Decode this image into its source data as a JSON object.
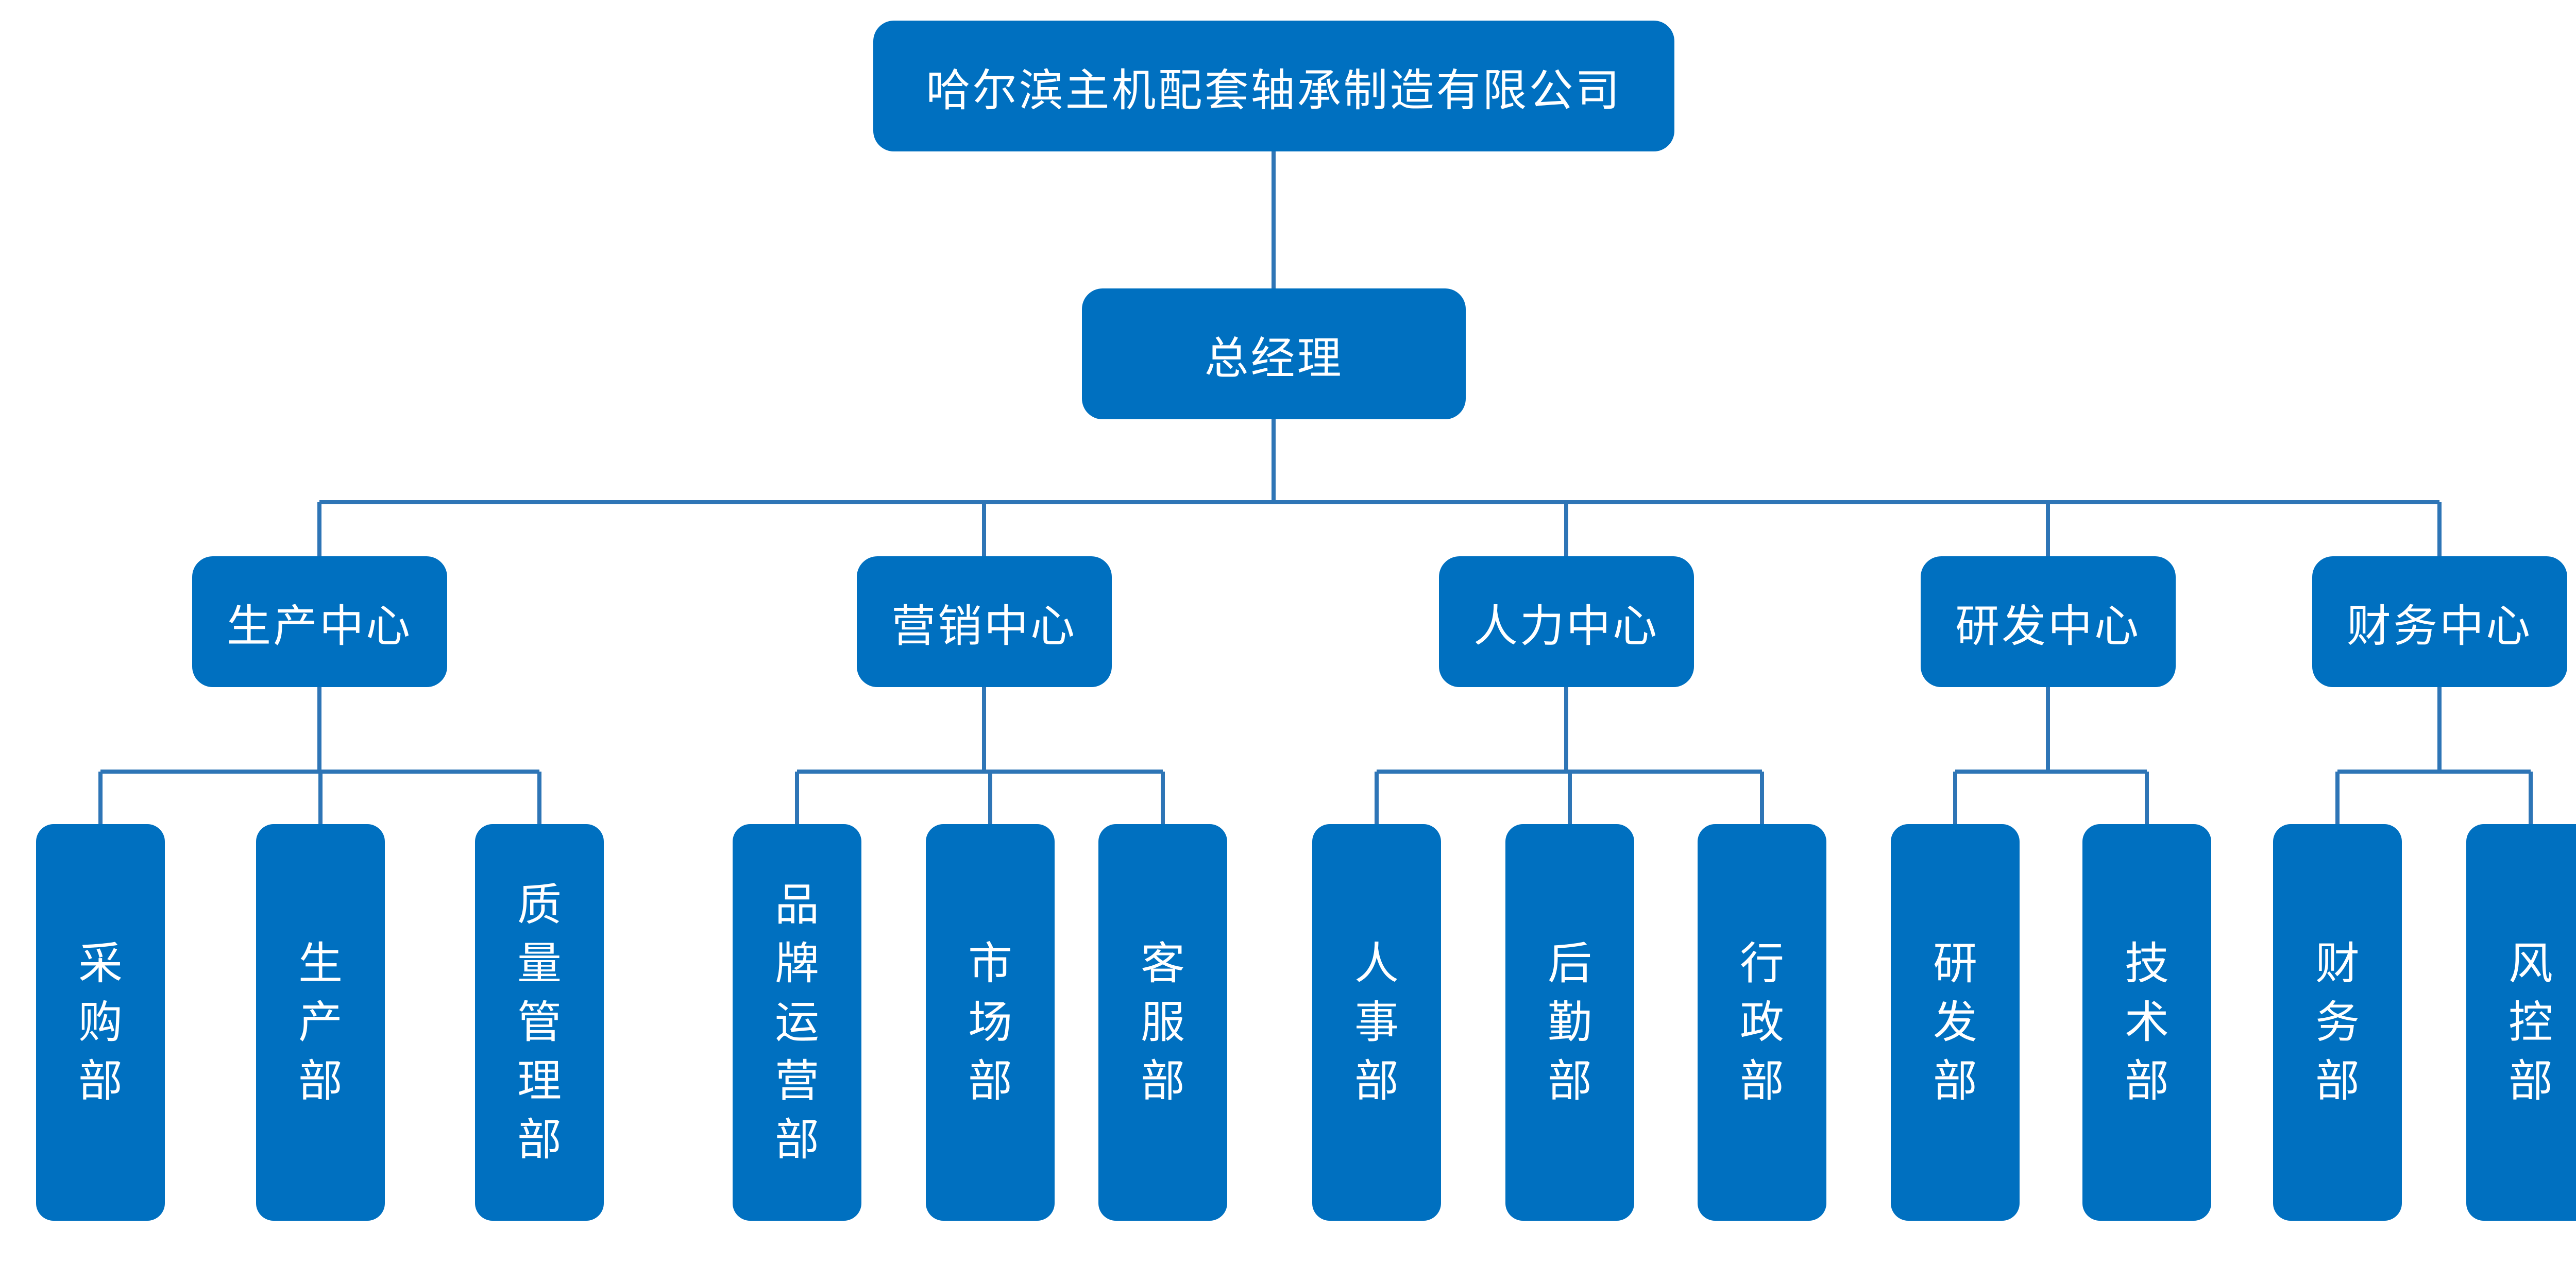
{
  "colors": {
    "box_fill": "#0070C0",
    "connector": "#2E75B6",
    "text": "#FFFFFF"
  },
  "root": {
    "label": "哈尔滨主机配套轴承制造有限公司"
  },
  "manager": {
    "label": "总经理"
  },
  "centers": [
    {
      "label": "生产中心",
      "departments": [
        "采购部",
        "生产部",
        "质量管理部"
      ]
    },
    {
      "label": "营销中心",
      "departments": [
        "品牌运营部",
        "市场部",
        "客服部"
      ]
    },
    {
      "label": "人力中心",
      "departments": [
        "人事部",
        "后勤部",
        "行政部"
      ]
    },
    {
      "label": "研发中心",
      "departments": [
        "研发部",
        "技术部"
      ]
    },
    {
      "label": "财务中心",
      "departments": [
        "财务部",
        "风控部"
      ]
    }
  ]
}
